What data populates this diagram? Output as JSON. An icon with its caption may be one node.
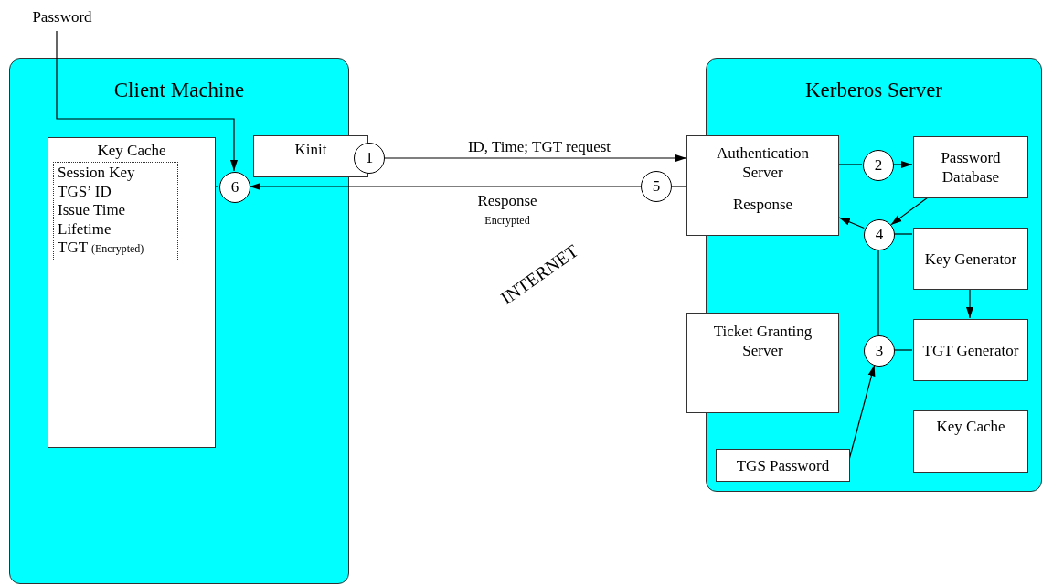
{
  "diagram": {
    "nodes": [
      {
        "text": [
          "Client Machine"
        ]
      },
      {
        "text": [
          "Key Cache"
        ],
        "in": 0
      },
      {
        "text": [
          "Session Key",
          "TGS’ ID",
          "Issue Time",
          "Lifetime",
          "TGT",
          "(Encrypted)"
        ],
        "in": 1
      },
      {
        "text": [
          "Kinit"
        ]
      },
      {
        "text": [
          "1"
        ]
      },
      {
        "text": [
          "6"
        ],
        "in": 0
      },
      {
        "text": [
          "5"
        ]
      },
      {
        "text": [
          "Password"
        ]
      },
      {
        "text": [
          "Kerberos Server"
        ]
      },
      {
        "text": [
          "Authentication Server",
          "Response"
        ]
      },
      {
        "text": [
          "2"
        ],
        "in": 8
      },
      {
        "text": [
          "Password Database"
        ],
        "in": 8
      },
      {
        "text": [
          "4"
        ],
        "in": 8
      },
      {
        "text": [
          "Key Generator"
        ],
        "in": 8
      },
      {
        "text": [
          "Ticket Granting Server"
        ]
      },
      {
        "text": [
          "3"
        ],
        "in": 8
      },
      {
        "text": [
          "TGT Generator"
        ],
        "in": 8
      },
      {
        "text": [
          "Key Cache"
        ],
        "in": 8
      },
      {
        "text": [
          "TGS Password"
        ],
        "in": 8
      }
    ],
    "edges": [
      {
        "from": 7,
        "to": 5,
        "arrow": "to"
      },
      {
        "from": 4,
        "to": 9,
        "arrow": "to",
        "label": "ID, Time; TGT request"
      },
      {
        "from": 9,
        "to": 6,
        "arrow": "none"
      },
      {
        "from": 6,
        "to": 5,
        "arrow": "to",
        "label": "Response"
      },
      {
        "from": 5,
        "to": 2,
        "arrow": "to"
      },
      {
        "from": 9,
        "to": 10,
        "arrow": "none"
      },
      {
        "from": 10,
        "to": 11,
        "arrow": "to"
      },
      {
        "from": 11,
        "to": 12,
        "arrow": "to"
      },
      {
        "from": 13,
        "to": 12,
        "arrow": "none"
      },
      {
        "from": 12,
        "to": 9,
        "arrow": "to"
      },
      {
        "from": 12,
        "to": 15,
        "arrow": "none"
      },
      {
        "from": 13,
        "to": 16,
        "arrow": "to"
      },
      {
        "from": 16,
        "to": 15,
        "arrow": "none"
      },
      {
        "from": 18,
        "to": 15,
        "arrow": "to"
      }
    ],
    "labels": [
      "Encrypted",
      "INTERNET"
    ]
  }
}
